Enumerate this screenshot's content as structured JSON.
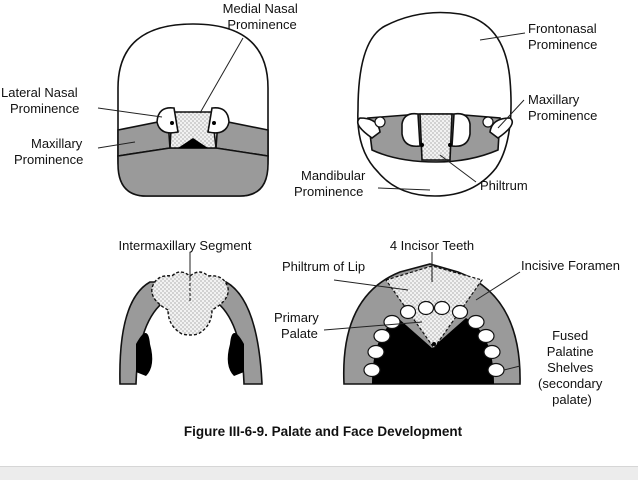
{
  "figure": {
    "caption": "Figure III-6-9. Palate and Face Development"
  },
  "labels": {
    "medial_nasal": [
      "Medial Nasal",
      "Prominence"
    ],
    "lateral_nasal": [
      "Lateral Nasal",
      "Prominence"
    ],
    "maxillary_left": [
      "Maxillary",
      "Prominence"
    ],
    "frontonasal": [
      "Frontonasal",
      "Prominence"
    ],
    "maxillary_right": [
      "Maxillary",
      "Prominence"
    ],
    "mandibular": [
      "Mandibular",
      "Prominence"
    ],
    "philtrum": [
      "Philtrum"
    ],
    "intermaxillary": [
      "Intermaxillary Segment"
    ],
    "incisor_teeth": [
      "4 Incisor Teeth"
    ],
    "philtrum_lip": [
      "Philtrum of Lip"
    ],
    "incisive_foramen": [
      "Incisive Foramen"
    ],
    "primary_palate": [
      "Primary",
      "Palate"
    ],
    "fused_shelves": [
      "Fused",
      "Palatine",
      "Shelves",
      "(secondary",
      "palate)"
    ]
  },
  "colors": {
    "stroke": "#111111",
    "gray_fill": "#9a9a9a",
    "dotted_fill": "#e6e6e6",
    "black_fill": "#000000",
    "white_fill": "#ffffff"
  }
}
